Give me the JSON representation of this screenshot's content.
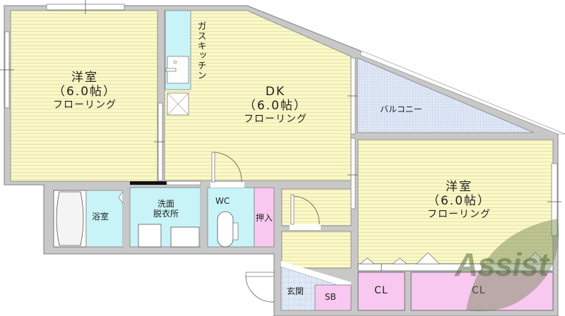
{
  "floorplan": {
    "rooms": {
      "western_room_left": {
        "name": "洋室",
        "size": "（6.0帖）",
        "floor": "フローリング"
      },
      "dk": {
        "name": "DK",
        "size": "（6.0帖）",
        "floor": "フローリング"
      },
      "kitchen": {
        "name": "ガスキッチン"
      },
      "balcony": {
        "name": "バルコニー"
      },
      "western_room_right": {
        "name": "洋室",
        "size": "（6.0帖）",
        "floor": "フローリング"
      },
      "bathroom": {
        "name": "浴室"
      },
      "washroom": {
        "name_line1": "洗面",
        "name_line2": "脱衣所"
      },
      "wc": {
        "name": "WC"
      },
      "oshiire": {
        "name": "押入"
      },
      "entrance": {
        "name": "玄関"
      },
      "shoe_box": {
        "name": "SB"
      },
      "closet_1": {
        "name": "CL"
      },
      "closet_2": {
        "name": "CL"
      }
    },
    "colors": {
      "wall": "#c8c8c8",
      "wall_edge": "#808080",
      "flooring": "#fbf8c8",
      "flooring_line": "#e6e2a8",
      "wet_area": "#c8f4f8",
      "storage": "#f8c8f0",
      "balcony": "#d4e2f4",
      "entrance_tile": "#d4e2f4"
    },
    "watermark": {
      "text": "Assist"
    }
  }
}
